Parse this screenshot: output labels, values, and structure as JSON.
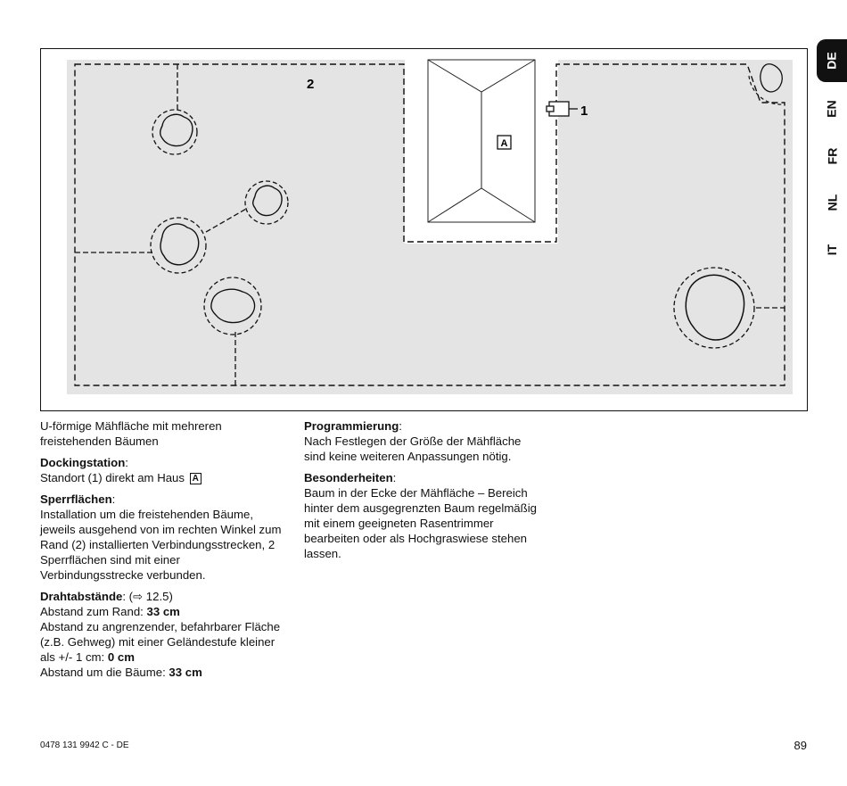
{
  "figure": {
    "label_fence": "2",
    "label_station": "1",
    "label_house": "A"
  },
  "left_column": {
    "intro": "U-förmige Mähfläche mit mehreren freistehenden Bäumen",
    "docking": {
      "heading": "Dockingstation",
      "text": "Standort (1) direkt am Haus",
      "house_ref": "A"
    },
    "sperr": {
      "heading": "Sperrflächen",
      "text": "Installation um die freistehenden Bäume, jeweils ausgehend von im rechten Winkel zum Rand (2) installierten Verbindungsstrecken, 2 Sperrflächen sind mit einer Verbindungsstrecke verbunden."
    },
    "draht": {
      "heading": "Drahtabstände",
      "ref": "(⇨ 12.5)",
      "line1_text": "Abstand zum Rand: ",
      "line1_value": "33 cm",
      "line2_text": "Abstand zu angrenzender, befahrbarer Fläche (z.B. Gehweg) mit einer Geländestufe kleiner als +/- 1 cm: ",
      "line2_value": "0 cm",
      "line3_text": "Abstand um die Bäume: ",
      "line3_value": "33 cm"
    }
  },
  "right_column": {
    "prog": {
      "heading": "Programmierung",
      "text": "Nach Festlegen der Größe der Mähfläche sind keine weiteren Anpassungen nötig."
    },
    "beson": {
      "heading": "Besonderheiten",
      "text": "Baum in der Ecke der Mähfläche – Bereich hinter dem ausgegrenzten Baum regelmäßig mit einem geeigneten Rasentrimmer bearbeiten oder als Hochgraswiese stehen lassen."
    }
  },
  "language_tabs": [
    "DE",
    "EN",
    "FR",
    "NL",
    "IT"
  ],
  "active_language": "DE",
  "footer": {
    "doc_number": "0478 131 9942 C - DE",
    "page_number": "89"
  }
}
